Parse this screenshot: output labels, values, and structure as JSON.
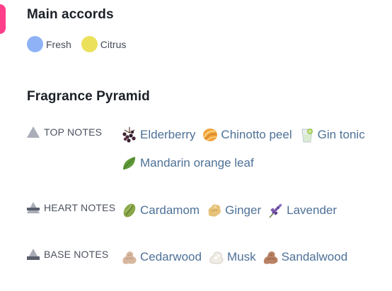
{
  "main_accords": {
    "title": "Main accords",
    "items": [
      {
        "label": "Fresh",
        "color": "#8fb2f6"
      },
      {
        "label": "Citrus",
        "color": "#ece15a"
      }
    ]
  },
  "pyramid": {
    "title": "Fragrance Pyramid",
    "tiers": [
      {
        "label": "TOP NOTES",
        "notes": [
          {
            "label": "Elderberry",
            "icon": "elderberry-icon"
          },
          {
            "label": "Chinotto peel",
            "icon": "chinotto-peel-icon"
          },
          {
            "label": "Gin tonic",
            "icon": "gin-tonic-icon"
          },
          {
            "label": "Mandarin orange leaf",
            "icon": "mandarin-orange-leaf-icon"
          }
        ]
      },
      {
        "label": "HEART NOTES",
        "notes": [
          {
            "label": "Cardamom",
            "icon": "cardamom-icon"
          },
          {
            "label": "Ginger",
            "icon": "ginger-icon"
          },
          {
            "label": "Lavender",
            "icon": "lavender-icon"
          }
        ]
      },
      {
        "label": "BASE NOTES",
        "notes": [
          {
            "label": "Cedarwood",
            "icon": "cedarwood-icon"
          },
          {
            "label": "Musk",
            "icon": "musk-icon"
          },
          {
            "label": "Sandalwood",
            "icon": "sandalwood-icon"
          }
        ]
      }
    ]
  },
  "colors": {
    "accent": "#ff3f8a",
    "note_link": "#4e7197"
  }
}
